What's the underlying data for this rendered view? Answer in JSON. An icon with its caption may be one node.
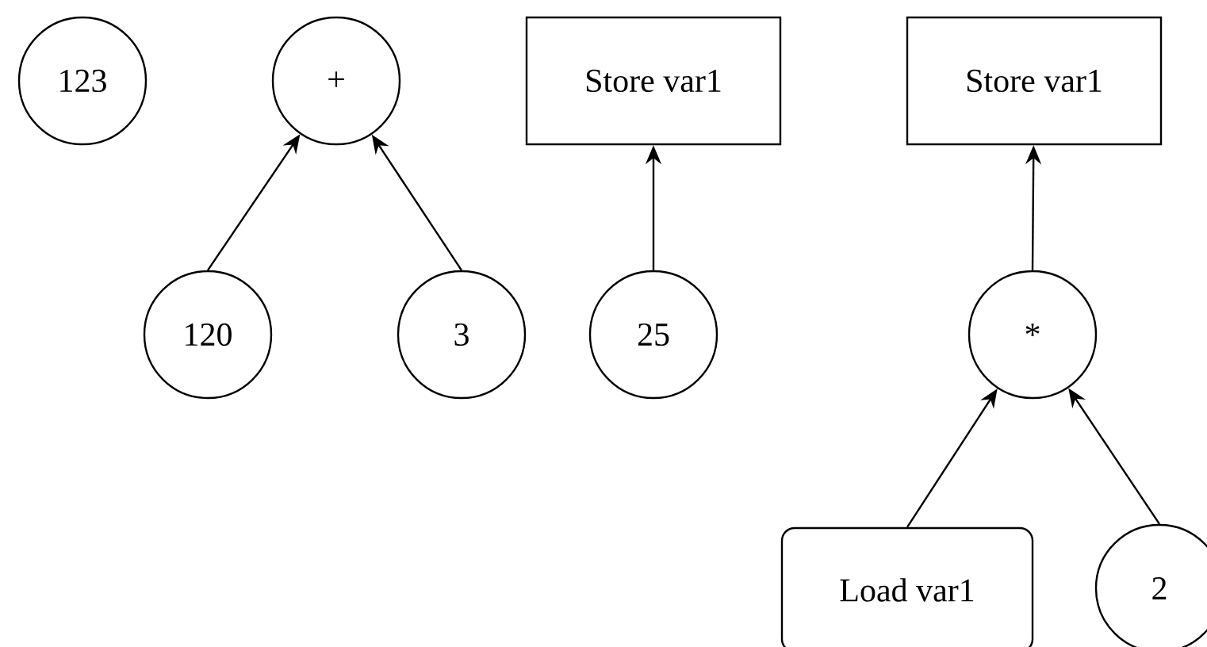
{
  "diagram": {
    "nodes": [
      {
        "text": [
          "123"
        ]
      },
      {
        "text": [
          "+"
        ]
      },
      {
        "text": [
          "Store var1"
        ]
      },
      {
        "text": [
          "Store var1"
        ]
      },
      {
        "text": [
          "120"
        ]
      },
      {
        "text": [
          "3"
        ]
      },
      {
        "text": [
          "25"
        ]
      },
      {
        "text": [
          "*"
        ]
      },
      {
        "text": [
          "Load var1"
        ]
      },
      {
        "text": [
          "2"
        ]
      }
    ],
    "edges": [
      {
        "from": 4,
        "to": 1,
        "arrow": "to"
      },
      {
        "from": 5,
        "to": 1,
        "arrow": "to"
      },
      {
        "from": 6,
        "to": 2,
        "arrow": "to"
      },
      {
        "from": 7,
        "to": 3,
        "arrow": "to"
      },
      {
        "from": 8,
        "to": 7,
        "arrow": "to"
      },
      {
        "from": 9,
        "to": 7,
        "arrow": "to"
      }
    ]
  }
}
